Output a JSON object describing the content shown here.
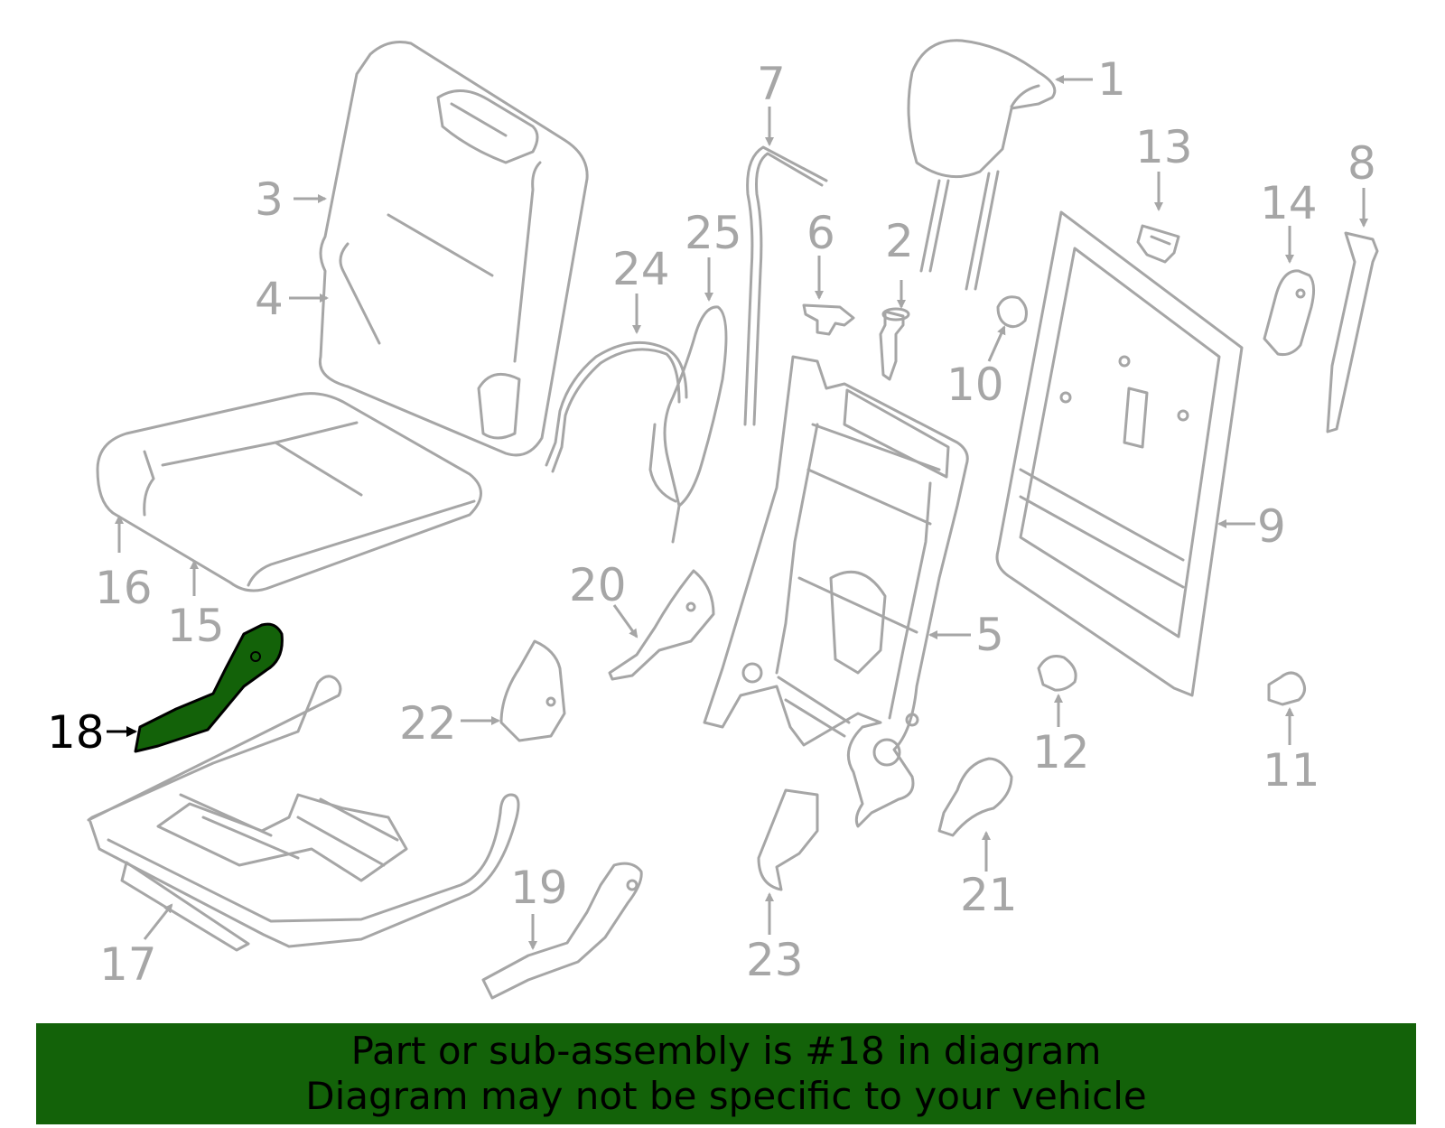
{
  "diagram": {
    "highlighted_part": "18",
    "callouts": {
      "c1": "1",
      "c2": "2",
      "c3": "3",
      "c4": "4",
      "c5": "5",
      "c6": "6",
      "c7": "7",
      "c8": "8",
      "c9": "9",
      "c10": "10",
      "c11": "11",
      "c12": "12",
      "c13": "13",
      "c14": "14",
      "c15": "15",
      "c16": "16",
      "c17": "17",
      "c18": "18",
      "c19": "19",
      "c20": "20",
      "c21": "21",
      "c22": "22",
      "c23": "23",
      "c24": "24",
      "c25": "25"
    },
    "colors": {
      "line": "#a6a6a6",
      "highlight_fill": "#136209",
      "highlight_text": "#000000",
      "banner_bg": "#136209"
    }
  },
  "banner": {
    "line1": "Part or sub-assembly is #18 in diagram",
    "line2": "Diagram may not be specific to your vehicle"
  }
}
